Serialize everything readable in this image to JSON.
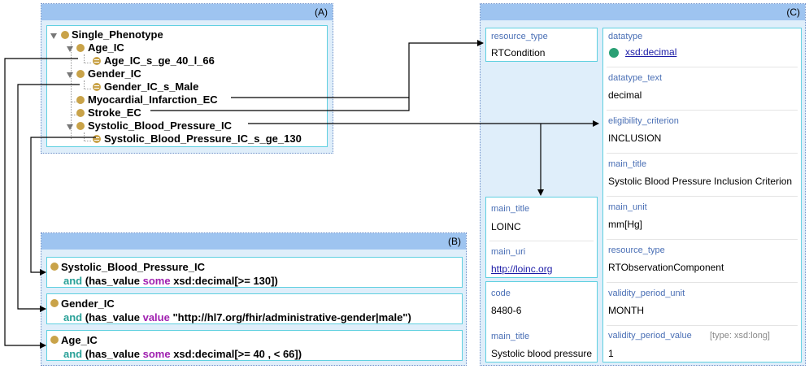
{
  "panels": {
    "a_label": "(A)",
    "b_label": "(B)",
    "c_label": "(C)"
  },
  "tree": {
    "root": "Single_Phenotype",
    "items": [
      {
        "label": "Age_IC"
      },
      {
        "label": "Age_IC_s_ge_40_l_66"
      },
      {
        "label": "Gender_IC"
      },
      {
        "label": "Gender_IC_s_Male"
      },
      {
        "label": "Myocardial_Infarction_EC"
      },
      {
        "label": "Stroke_EC"
      },
      {
        "label": "Systolic_Blood_Pressure_IC"
      },
      {
        "label": "Systolic_Blood_Pressure_IC_s_ge_130"
      }
    ]
  },
  "axioms": [
    {
      "name": "Systolic_Blood_Pressure_IC",
      "and": "and",
      "open": "(",
      "prop": "has_value",
      "kw": "some",
      "rest": "xsd:decimal[>= 130])"
    },
    {
      "name": "Gender_IC",
      "and": "and",
      "open": "(",
      "prop": "has_value",
      "kw": "value",
      "rest": "\"http://hl7.org/fhir/administrative-gender|male\")"
    },
    {
      "name": "Age_IC",
      "and": "and",
      "open": "(",
      "prop": "has_value",
      "kw": "some",
      "rest": "xsd:decimal[>= 40 , < 66])"
    }
  ],
  "condition": {
    "resource_type_label": "resource_type",
    "resource_type_value": "RTCondition"
  },
  "loinc": {
    "main_title_label": "main_title",
    "main_title_value": "LOINC",
    "main_uri_label": "main_uri",
    "main_uri_value": "http://loinc.org"
  },
  "code_box": {
    "code_label": "code",
    "code_value": "8480-6",
    "main_title_label": "main_title",
    "main_title_value": "Systolic blood pressure"
  },
  "component": {
    "datatype_label": "datatype",
    "datatype_value": "xsd:decimal",
    "datatype_text_label": "datatype_text",
    "datatype_text_value": "decimal",
    "eligibility_label": "eligibility_criterion",
    "eligibility_value": "INCLUSION",
    "main_title_label": "main_title",
    "main_title_value": "Systolic Blood Pressure Inclusion Criterion",
    "main_unit_label": "main_unit",
    "main_unit_value": "mm[Hg]",
    "resource_type_label": "resource_type",
    "resource_type_value": "RTObservationComponent",
    "vp_unit_label": "validity_period_unit",
    "vp_unit_value": "MONTH",
    "vp_value_label": "validity_period_value",
    "vp_value_hint": "[type: xsd:long]",
    "vp_value_value": "1"
  },
  "colors": {
    "panel_header": "#9ec4f0",
    "panel_bg": "#dfeefa",
    "box_border": "#5fd0e0",
    "class_dot": "#c9a349",
    "datatype_dot": "#2aa074",
    "field_label": "#4a6fb5",
    "keyword_and": "#2aa198",
    "keyword_some": "#a020b0"
  }
}
